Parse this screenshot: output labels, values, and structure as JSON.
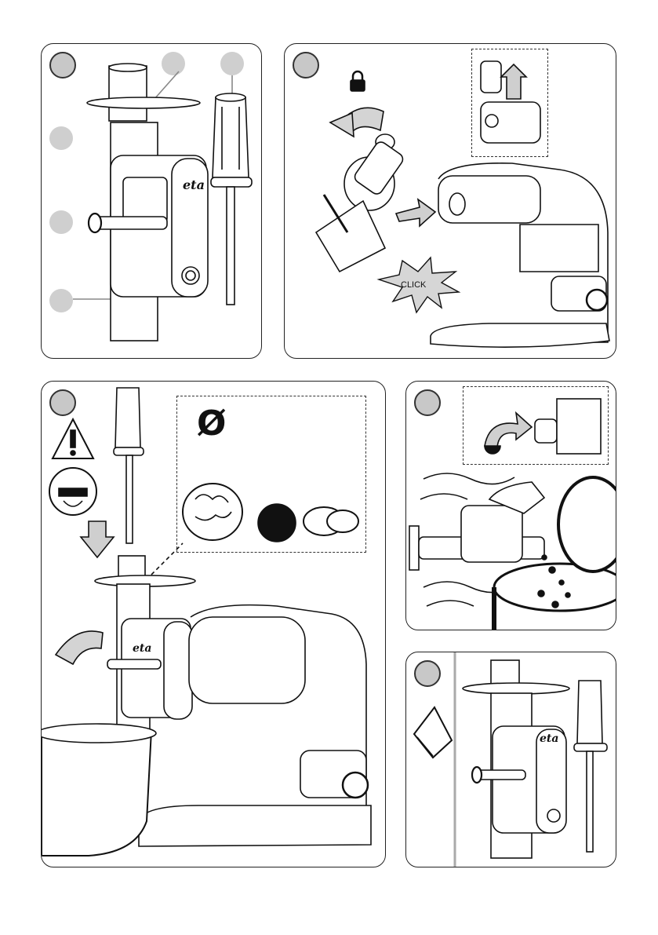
{
  "panels": {
    "p1": {
      "brand": "eta"
    },
    "p2": {
      "click_label": "CLICK"
    },
    "p3": {
      "brand": "eta",
      "symbol": "Ø"
    },
    "p4": {},
    "p5": {
      "brand": "eta"
    }
  },
  "colors": {
    "stroke": "#111111",
    "badge": "#c8c8c8",
    "arrow": "#cfcfcf"
  }
}
